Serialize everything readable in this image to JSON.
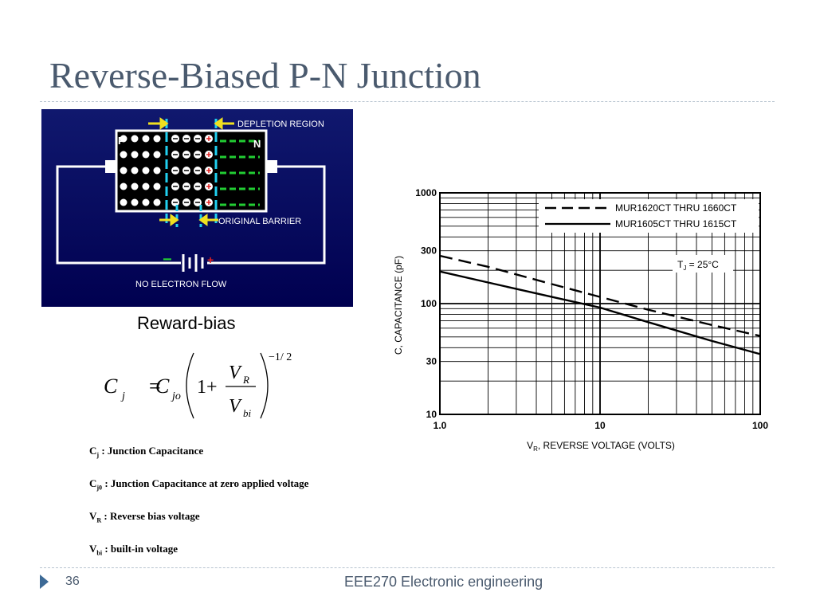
{
  "slide": {
    "title": "Reverse-Biased P-N Junction",
    "page_number": "36",
    "footer": "EEE270 Electronic engineering"
  },
  "diagram": {
    "label_p": "P",
    "label_n": "N",
    "depletion_label": "DEPLETION  REGION",
    "barrier_label": "ORIGINAL  BARRIER",
    "flow_label": "NO  ELECTRON  FLOW",
    "battery_minus": "−",
    "battery_plus": "+",
    "caption": "Reward-bias"
  },
  "formula": {
    "lhs": "C",
    "lhs_sub": "j",
    "equals": "=",
    "rhs": "C",
    "rhs_sub": "jo",
    "one_plus": "1+",
    "num": "V",
    "num_sub": "R",
    "den": "V",
    "den_sub": "bi",
    "exponent": "−1/ 2"
  },
  "definitions": [
    {
      "sym": "C",
      "sub": "j",
      "text": " : Junction Capacitance"
    },
    {
      "sym": "C",
      "sub": "j0",
      "text": " : Junction Capacitance at zero applied voltage"
    },
    {
      "sym": "V",
      "sub": "R",
      "text": " : Reverse bias voltage"
    },
    {
      "sym": "V",
      "sub": "bi",
      "text": " : built-in voltage"
    }
  ],
  "chart_data": {
    "type": "line",
    "xscale": "log",
    "yscale": "log",
    "xlim": [
      1,
      100
    ],
    "ylim": [
      10,
      1000
    ],
    "x_ticks": [
      "1.0",
      "10",
      "100"
    ],
    "y_ticks": [
      "1000",
      "300",
      "100",
      "30",
      "10"
    ],
    "xlabel": "V",
    "xlabel_sub": "R",
    "xlabel_rest": ", REVERSE VOLTAGE (VOLTS)",
    "ylabel": "C, CAPACITANCE (pF)",
    "annotation": "T",
    "annotation_sub": "J",
    "annotation_rest": " = 25°C",
    "grid": true,
    "legend": "top-right",
    "series": [
      {
        "name": "MUR1620CT THRU 1660CT",
        "style": "dashed",
        "x": [
          1,
          2,
          5,
          10,
          20,
          50,
          100
        ],
        "values": [
          270,
          215,
          150,
          115,
          88,
          64,
          51
        ]
      },
      {
        "name": "MUR1605CT THRU 1615CT",
        "style": "solid",
        "x": [
          1,
          2,
          5,
          10,
          20,
          50,
          100
        ],
        "values": [
          195,
          155,
          115,
          92,
          68,
          46,
          35
        ]
      }
    ]
  },
  "colors": {
    "title": "#4a5a6e",
    "diagram_bg_top": "#10186e",
    "diagram_bg_bottom": "#000050",
    "depletion_green": "#22cc33",
    "marker_yellow": "#f0e020",
    "boundary_cyan": "#20d0f0",
    "battery_red": "#e02020",
    "footer_mark": "#3d6a96"
  }
}
